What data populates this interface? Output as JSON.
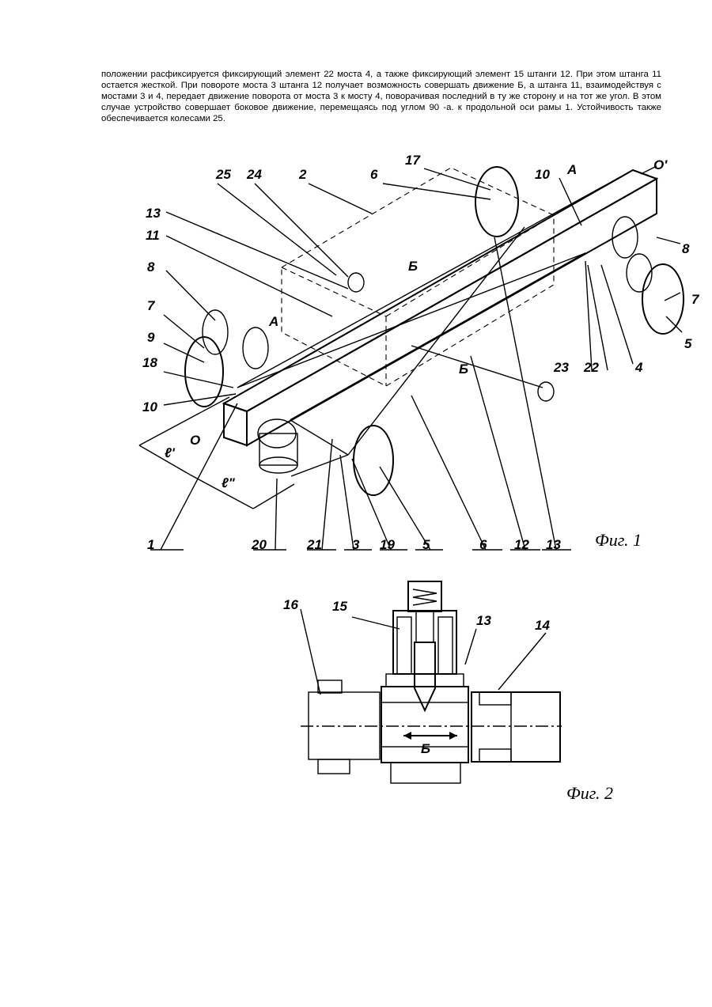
{
  "text": {
    "paragraph": "положении расфиксируется фиксирующий элемент 22 моста 4, а также фиксирующий элемент 15 штанги 12. При этом штанга 11 остается жесткой. При повороте моста 3 штанга 12 получает возможность совершать движение Б, а штанга 11, взаимодействуя с мостами 3 и 4, передает движение поворота от моста 3 к мосту 4, поворачивая последний в ту же сторону и на тот же угол. В этом случае устройство совершает боковое движение, перемещаясь под углом 90 -а. к продольной оси рамы 1. Устойчивость также обеспечивается колесами 25."
  },
  "fig1": {
    "caption": "Фиг. 1",
    "labels": {
      "n25": "25",
      "n24": "24",
      "n2": "2",
      "n6a": "6",
      "n17": "17",
      "n10a": "10",
      "nA1": "A",
      "nO1": "O'",
      "n13a": "13",
      "n11": "11",
      "n8a": "8",
      "n7a": "7",
      "n9": "9",
      "n18": "18",
      "n10b": "10",
      "nO": "O",
      "nl1": "ℓ'",
      "nl2": "ℓ\"",
      "nA2": "A",
      "nB1": "Б",
      "nB2": "Б",
      "n8b": "8",
      "n7b": "7",
      "n5a": "5",
      "n23": "23",
      "n22": "22",
      "n4": "4",
      "b1": "1",
      "b20": "20",
      "b21": "21",
      "b3": "3",
      "b19": "19",
      "b5": "5",
      "b6": "6",
      "b12": "12",
      "b13": "13"
    }
  },
  "fig2": {
    "caption": "Фиг. 2",
    "labels": {
      "n16": "16",
      "n15": "15",
      "n13": "13",
      "n14": "14",
      "nB": "Б"
    }
  }
}
